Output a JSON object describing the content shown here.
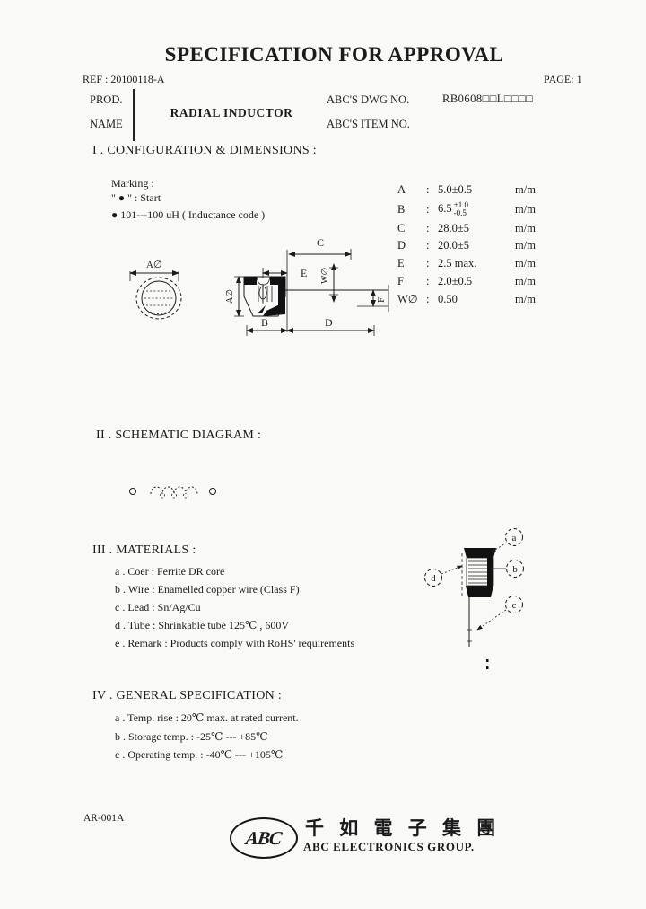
{
  "page": {
    "title": "SPECIFICATION FOR APPROVAL",
    "ref": "REF : 20100118-A",
    "page_label": "PAGE: 1"
  },
  "header": {
    "prod": "PROD.",
    "name": "NAME",
    "product": "RADIAL INDUCTOR",
    "dwg_label": "ABC'S DWG NO.",
    "item_label": "ABC'S ITEM NO.",
    "dwg_value": "RB0608□□L□□□□"
  },
  "section1": {
    "heading": "I . CONFIGURATION & DIMENSIONS :",
    "marking_title": "Marking :",
    "marking_start": "\" ● \" : Start",
    "marking_code": "● 101---100 uH ( Inductance code )",
    "colon": ":",
    "dim_unit": "m/m",
    "dims": [
      {
        "k": "A",
        "v": "5.0±0.5"
      },
      {
        "k": "B",
        "v": "6.5",
        "tp": "+1.0",
        "tm": "-0.5"
      },
      {
        "k": "C",
        "v": "28.0±5"
      },
      {
        "k": "D",
        "v": "20.0±5"
      },
      {
        "k": "E",
        "v": "2.5 max."
      },
      {
        "k": "F",
        "v": "2.0±0.5"
      },
      {
        "k": "W∅",
        "v": "0.50"
      }
    ],
    "drawing_labels": {
      "a_top": "A∅",
      "a_side": "A∅",
      "b": "B",
      "c": "C",
      "d": "D",
      "e": "E",
      "f": "F",
      "w": "W∅"
    }
  },
  "section2": {
    "heading": "II . SCHEMATIC DIAGRAM :"
  },
  "section3": {
    "heading": "III . MATERIALS :",
    "items": [
      "a . Coer : Ferrite DR core",
      "b . Wire : Enamelled copper wire (Class F)",
      "c . Lead : Sn/Ag/Cu",
      "d . Tube : Shrinkable tube 125℃ , 600V",
      "e . Remark : Products comply with RoHS' requirements"
    ],
    "callouts": {
      "a": "a",
      "b": "b",
      "c": "c",
      "d": "d"
    }
  },
  "section4": {
    "heading": "IV . GENERAL SPECIFICATION :",
    "items": [
      "a . Temp. rise : 20℃ max. at rated current.",
      "b . Storage temp. : -25℃ --- +85℃",
      "c . Operating temp. : -40℃ --- +105℃"
    ]
  },
  "footer": {
    "doc_code": "AR-001A",
    "logo": "ABC",
    "company_cn": "千 如 電 子 集 團",
    "company_en": "ABC ELECTRONICS GROUP."
  },
  "colors": {
    "ink": "#1b1b1b",
    "paper": "#f9f9f7"
  }
}
